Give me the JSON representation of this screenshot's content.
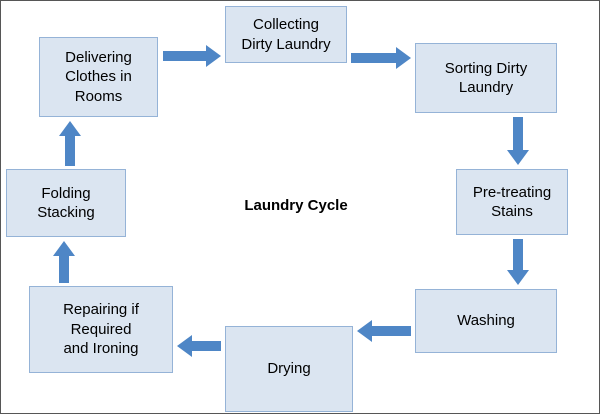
{
  "title": "Laundry Cycle",
  "nodes": {
    "collecting": {
      "label": "Collecting\nDirty Laundry"
    },
    "sorting": {
      "label": "Sorting Dirty\nLaundry"
    },
    "pretreating": {
      "label": "Pre-treating\nStains"
    },
    "washing": {
      "label": "Washing"
    },
    "drying": {
      "label": "Drying"
    },
    "repairing": {
      "label": "Repairing if\nRequired\nand Ironing"
    },
    "folding": {
      "label": "Folding\nStacking"
    },
    "delivering": {
      "label": "Delivering\nClothes in\nRooms"
    }
  },
  "colors": {
    "box_fill": "#dbe5f1",
    "box_border": "#95b3d7",
    "arrow": "#4e86c6"
  }
}
